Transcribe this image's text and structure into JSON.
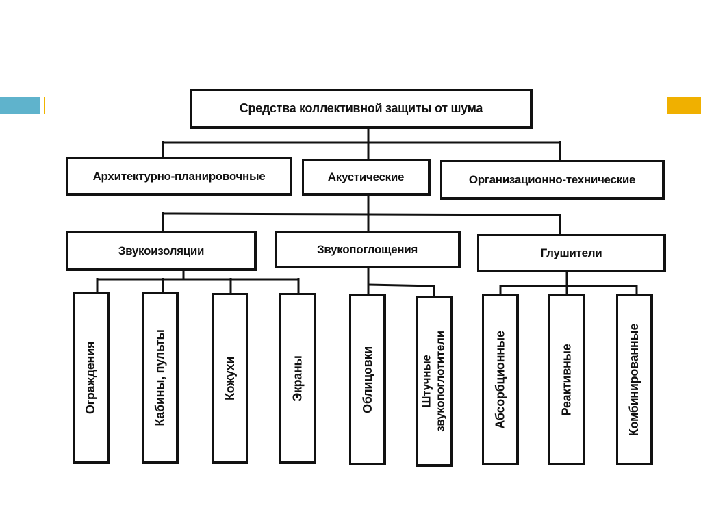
{
  "slide": {
    "accent_colors": {
      "left_bar": "#5fb3cc",
      "left_line": "#f0b400",
      "right_bar": "#f0b000"
    }
  },
  "diagram": {
    "root": "Средства коллективной защиты от шума",
    "level1": [
      "Архитектурно-планировочные",
      "Акустические",
      "Организационно-технические"
    ],
    "level2": [
      "Звукоизоляции",
      "Звукопоглощения",
      "Глушители"
    ],
    "level3": {
      "soundproofing": [
        "Ограждения",
        "Кабины, пульты",
        "Кожухи",
        "Экраны"
      ],
      "absorption": [
        "Облицовки",
        "Штучные звукопоглотители"
      ],
      "silencers": [
        "Абсорбционные",
        "Реактивные",
        "Комбинированные"
      ]
    }
  }
}
